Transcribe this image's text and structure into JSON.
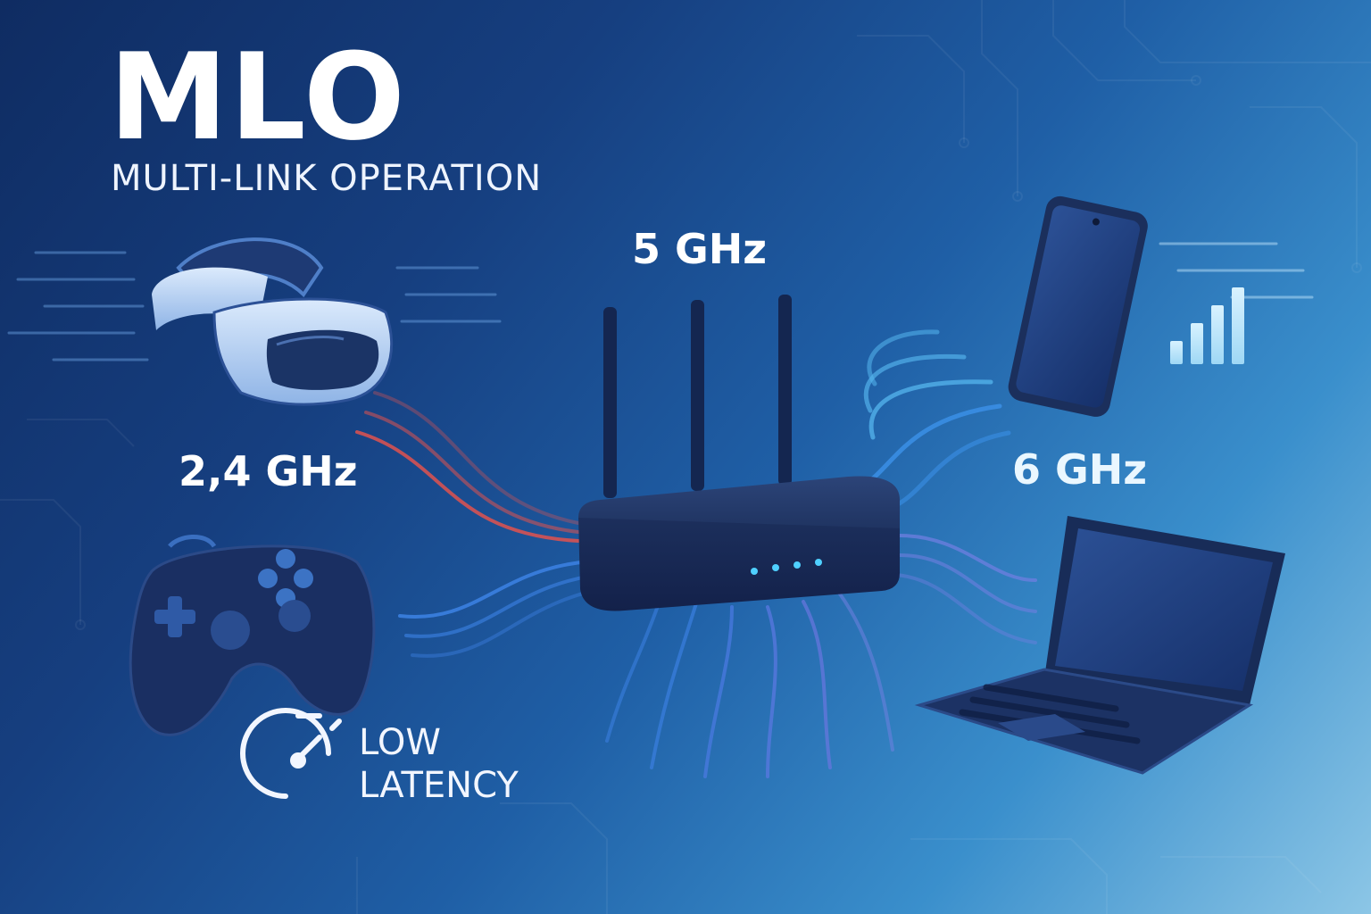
{
  "header": {
    "title": "MLO",
    "subtitle": "MULTI-LINK OPERATION"
  },
  "bands": {
    "band_24": "2,4 GHz",
    "band_5": "5 GHz",
    "band_6": "6 GHz"
  },
  "feature": {
    "line1": "LOW",
    "line2": "LATENCY",
    "icon": "stopwatch-icon"
  },
  "devices": [
    "vr-headset-icon",
    "gamepad-icon",
    "router-icon",
    "smartphone-icon",
    "laptop-icon",
    "signal-bars-icon"
  ],
  "colors": {
    "band_24_waves": "#e0524f",
    "band_5_waves": "#3b7fe0",
    "band_6_waves": "#56b6ee",
    "laptop_waves": "#6f7fe0",
    "router_body": "#1c2f5c",
    "router_led": "#4fd0ff"
  }
}
